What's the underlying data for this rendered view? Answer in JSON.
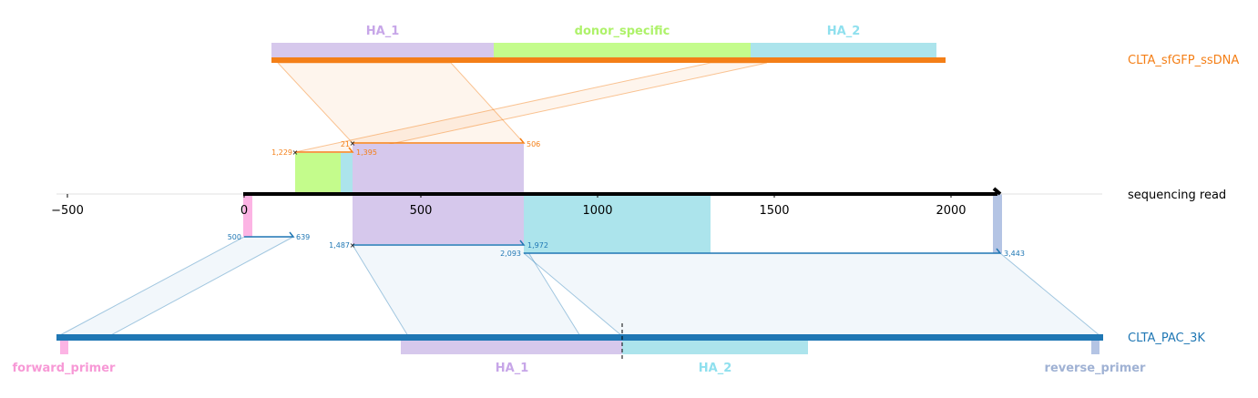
{
  "colors": {
    "ha1": "#d6c8ec",
    "donor": "#c4fc8c",
    "ha2": "#ace4ec",
    "ssdna": "#f47f17",
    "pac": "#1f77b4",
    "forward": "#fcb4e4",
    "reverse": "#b4c4e4",
    "ha1_label": "#c7a6e8",
    "donor_label": "#aef26a",
    "ha2_label": "#8fe0ee",
    "forward_label": "#f799d6",
    "reverse_label": "#a0b2d4"
  },
  "ssdna": {
    "name": "CLTA_sfGFP_ssDNA",
    "features": [
      {
        "label": "HA_1",
        "color": "ha1",
        "label_color": "ha1_label"
      },
      {
        "label": "donor_specific",
        "color": "donor",
        "label_color": "donor_label"
      },
      {
        "label": "HA_2",
        "color": "ha2",
        "label_color": "ha2_label"
      }
    ]
  },
  "read": {
    "name": "sequencing read",
    "axis_ticks": [
      "-500",
      "0",
      "500",
      "1000",
      "1500",
      "2000"
    ],
    "axis_range": [
      -530,
      2440
    ],
    "read_length": 2140
  },
  "pac": {
    "name": "CLTA_PAC_3K",
    "features": [
      {
        "label": "forward_primer",
        "color": "forward",
        "label_color": "forward_label"
      },
      {
        "label": "HA_1",
        "color": "ha1",
        "label_color": "ha1_label"
      },
      {
        "label": "HA_2",
        "color": "ha2",
        "label_color": "ha2_label"
      },
      {
        "label": "reverse_primer",
        "color": "reverse",
        "label_color": "reverse_label"
      }
    ]
  },
  "alignments": {
    "ssdna_upper": {
      "read_start": 306,
      "read_end": 789,
      "ref_start_label": "21",
      "ref_end_label": "506"
    },
    "ssdna_lower": {
      "read_start": 145,
      "read_end": 306,
      "ref_start_label": "1,229",
      "ref_end_label": "1,395"
    },
    "pac_1": {
      "read_start": 0,
      "read_end": 139,
      "ref_start_label": "500",
      "ref_end_label": "639"
    },
    "pac_2": {
      "read_start": 306,
      "read_end": 789,
      "ref_start_label": "1,487",
      "ref_end_label": "1,972"
    },
    "pac_3": {
      "read_start": 789,
      "read_end": 2140,
      "ref_start_label": "2,093",
      "ref_end_label": "3,443"
    }
  }
}
